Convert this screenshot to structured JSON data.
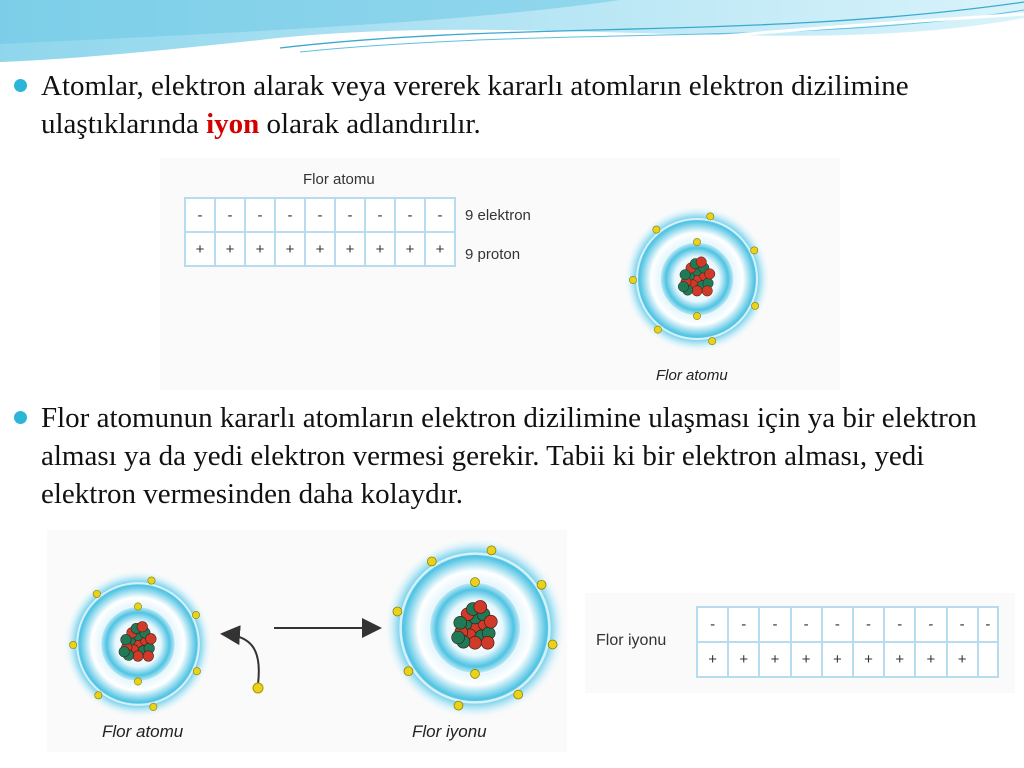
{
  "slide": {
    "bullet1": {
      "pre": "Atomlar, elektron alarak veya vererek kararlı atomların elektron dizilimine ulaştıklarında ",
      "highlight": "iyon",
      "post": " olarak adlandırılır."
    },
    "bullet2": "Flor atomunun kararlı atomların elektron dizilimine ulaşması için ya bir elektron alması ya da yedi elektron vermesi gerekir. Tabii ki bir elektron alması, yedi elektron vermesinden daha kolaydır."
  },
  "figure1": {
    "table_title": "Flor atomu",
    "electron_cells": [
      "-",
      "-",
      "-",
      "-",
      "-",
      "-",
      "-",
      "-",
      "-"
    ],
    "proton_cells": [
      "+",
      "+",
      "+",
      "+",
      "+",
      "+",
      "+",
      "+",
      "+"
    ],
    "electron_label": "9 elektron",
    "proton_label": "9 proton",
    "atom_caption": "Flor atomu"
  },
  "figure2": {
    "atom_caption": "Flor atomu",
    "ion_caption": "Flor iyonu"
  },
  "figure3": {
    "label": "Flor iyonu",
    "electron_cells": [
      "-",
      "-",
      "-",
      "-",
      "-",
      "-",
      "-",
      "-",
      "-",
      "-"
    ],
    "proton_cells": [
      "+",
      "+",
      "+",
      "+",
      "+",
      "+",
      "+",
      "+",
      "+",
      ""
    ]
  },
  "colors": {
    "bullet": "#2bb6d8",
    "highlight": "#d40000",
    "electron": "#e8d21a",
    "proton": "#cf3a2a",
    "neutron": "#1f7a56",
    "shell": "#4fc3e3",
    "grid": "#b7dcef"
  }
}
